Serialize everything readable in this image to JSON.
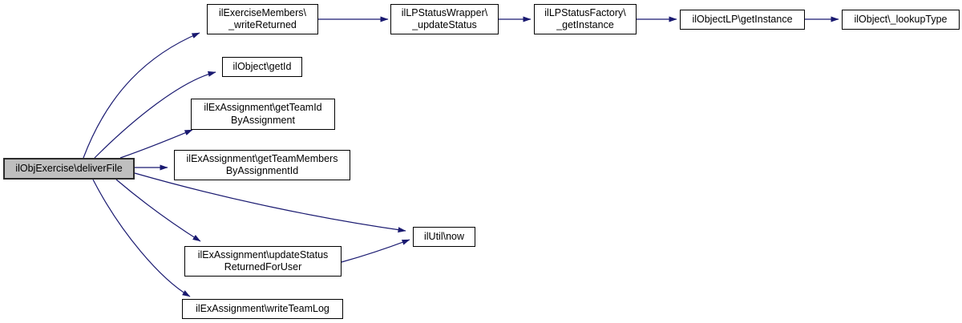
{
  "diagram": {
    "type": "call-graph",
    "colors": {
      "background": "#ffffff",
      "edge": "#191970",
      "node_fill": "#ffffff",
      "node_border": "#000000",
      "highlighted_node_fill": "#bfbfbf",
      "text": "#000000"
    },
    "nodes": [
      {
        "id": "deliverFile",
        "label": "ilObjExercise\\deliverFile",
        "highlighted": true
      },
      {
        "id": "writeReturned",
        "label": "ilExerciseMembers\\\n_writeReturned",
        "highlighted": false
      },
      {
        "id": "updateStatus",
        "label": "ilLPStatusWrapper\\\n_updateStatus",
        "highlighted": false
      },
      {
        "id": "getInstanceFactory",
        "label": "ilLPStatusFactory\\\n_getInstance",
        "highlighted": false
      },
      {
        "id": "getInstanceObjectLP",
        "label": "ilObjectLP\\getInstance",
        "highlighted": false
      },
      {
        "id": "lookupType",
        "label": "ilObject\\_lookupType",
        "highlighted": false
      },
      {
        "id": "getId",
        "label": "ilObject\\getId",
        "highlighted": false
      },
      {
        "id": "getTeamIdByAssignment",
        "label": "ilExAssignment\\getTeamId\nByAssignment",
        "highlighted": false
      },
      {
        "id": "getTeamMembersByAssignmentId",
        "label": "ilExAssignment\\getTeamMembers\nByAssignmentId",
        "highlighted": false
      },
      {
        "id": "now",
        "label": "ilUtil\\now",
        "highlighted": false
      },
      {
        "id": "updateStatusReturnedForUser",
        "label": "ilExAssignment\\updateStatus\nReturnedForUser",
        "highlighted": false
      },
      {
        "id": "writeTeamLog",
        "label": "ilExAssignment\\writeTeamLog",
        "highlighted": false
      }
    ],
    "edges": [
      {
        "from": "deliverFile",
        "to": "writeReturned"
      },
      {
        "from": "deliverFile",
        "to": "getId"
      },
      {
        "from": "deliverFile",
        "to": "getTeamIdByAssignment"
      },
      {
        "from": "deliverFile",
        "to": "getTeamMembersByAssignmentId"
      },
      {
        "from": "deliverFile",
        "to": "now"
      },
      {
        "from": "deliverFile",
        "to": "updateStatusReturnedForUser"
      },
      {
        "from": "deliverFile",
        "to": "writeTeamLog"
      },
      {
        "from": "writeReturned",
        "to": "updateStatus"
      },
      {
        "from": "updateStatus",
        "to": "getInstanceFactory"
      },
      {
        "from": "getInstanceFactory",
        "to": "getInstanceObjectLP"
      },
      {
        "from": "getInstanceObjectLP",
        "to": "lookupType"
      },
      {
        "from": "updateStatusReturnedForUser",
        "to": "now"
      }
    ]
  }
}
